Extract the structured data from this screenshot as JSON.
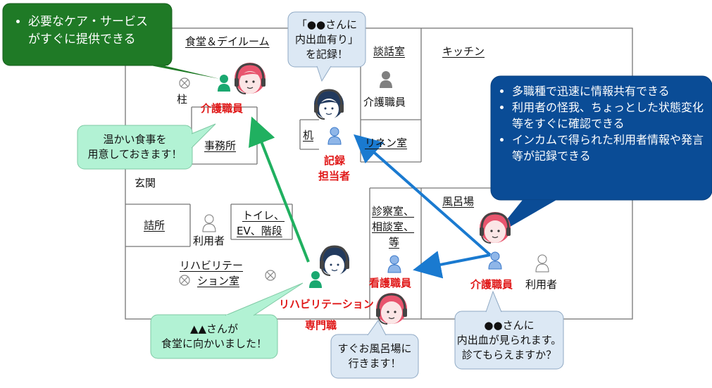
{
  "colors": {
    "green_arrow": "#20b060",
    "blue_arrow": "#1a7ad0",
    "dark_blue_box": "#0a4c96",
    "dark_green_box": "#1f7a26",
    "light_green_bubble": "#b2f2d4",
    "light_blue_bubble": "#dce8f4",
    "staff_red": "#e01818"
  },
  "icons": {
    "headset_female_pink": "headset-operator-female",
    "headset_male_navy": "headset-operator-male",
    "person": "person-icon",
    "pillar": "pillar-cross-icon"
  },
  "top_left_box": {
    "text_line1": "必要なケア・サービス",
    "text_line2": "がすぐに提供できる"
  },
  "info_box": {
    "items": [
      "多職種で迅速に情報共有できる",
      "利用者の怪我、ちょっとした状態変化等をすぐに確認できる",
      "インカムで得られた利用者情報や発言等が記録できる"
    ]
  },
  "rooms": {
    "dining": "食堂＆デイルーム",
    "talk_room": "談話室",
    "kitchen": "キッチン",
    "office": "事務所",
    "linen": "リネン室",
    "desk": "机",
    "entrance": "玄関",
    "station": "詰所",
    "toilet_line1": "トイレ、",
    "toilet_line2": "EV、階段",
    "exam_line1": "診察室、",
    "exam_line2": "相談室、",
    "exam_line3": "等",
    "bath": "風呂場",
    "rehab_line1": "リハビリテー",
    "rehab_line2": "ション室",
    "pillar": "柱"
  },
  "roles": {
    "care_worker_top": "介護職員",
    "care_worker_talk": "介護職員",
    "recorder_line1": "記録",
    "recorder_line2": "担当者",
    "user_mid": "利用者",
    "nurse": "看護職員",
    "care_worker_bath": "介護職員",
    "user_bath": "利用者",
    "rehab_line1": "リハビリテーション",
    "rehab_line2": "専門職"
  },
  "bubbles": {
    "record": {
      "line1": "「●●さんに",
      "line2": "内出血有り」",
      "line3": "を記録！"
    },
    "meal": {
      "line1": "温かい食事を",
      "line2": "用意しておきます！"
    },
    "moved": {
      "line1": "▲▲さんが",
      "line2": "食堂に向かいました！"
    },
    "bath_go": {
      "line1": "すぐお風呂場に",
      "line2": "行きます！"
    },
    "bruise": {
      "line1": "●●さんに",
      "line2": "内出血が見られます。",
      "line3": "診てもらえますか？"
    }
  }
}
